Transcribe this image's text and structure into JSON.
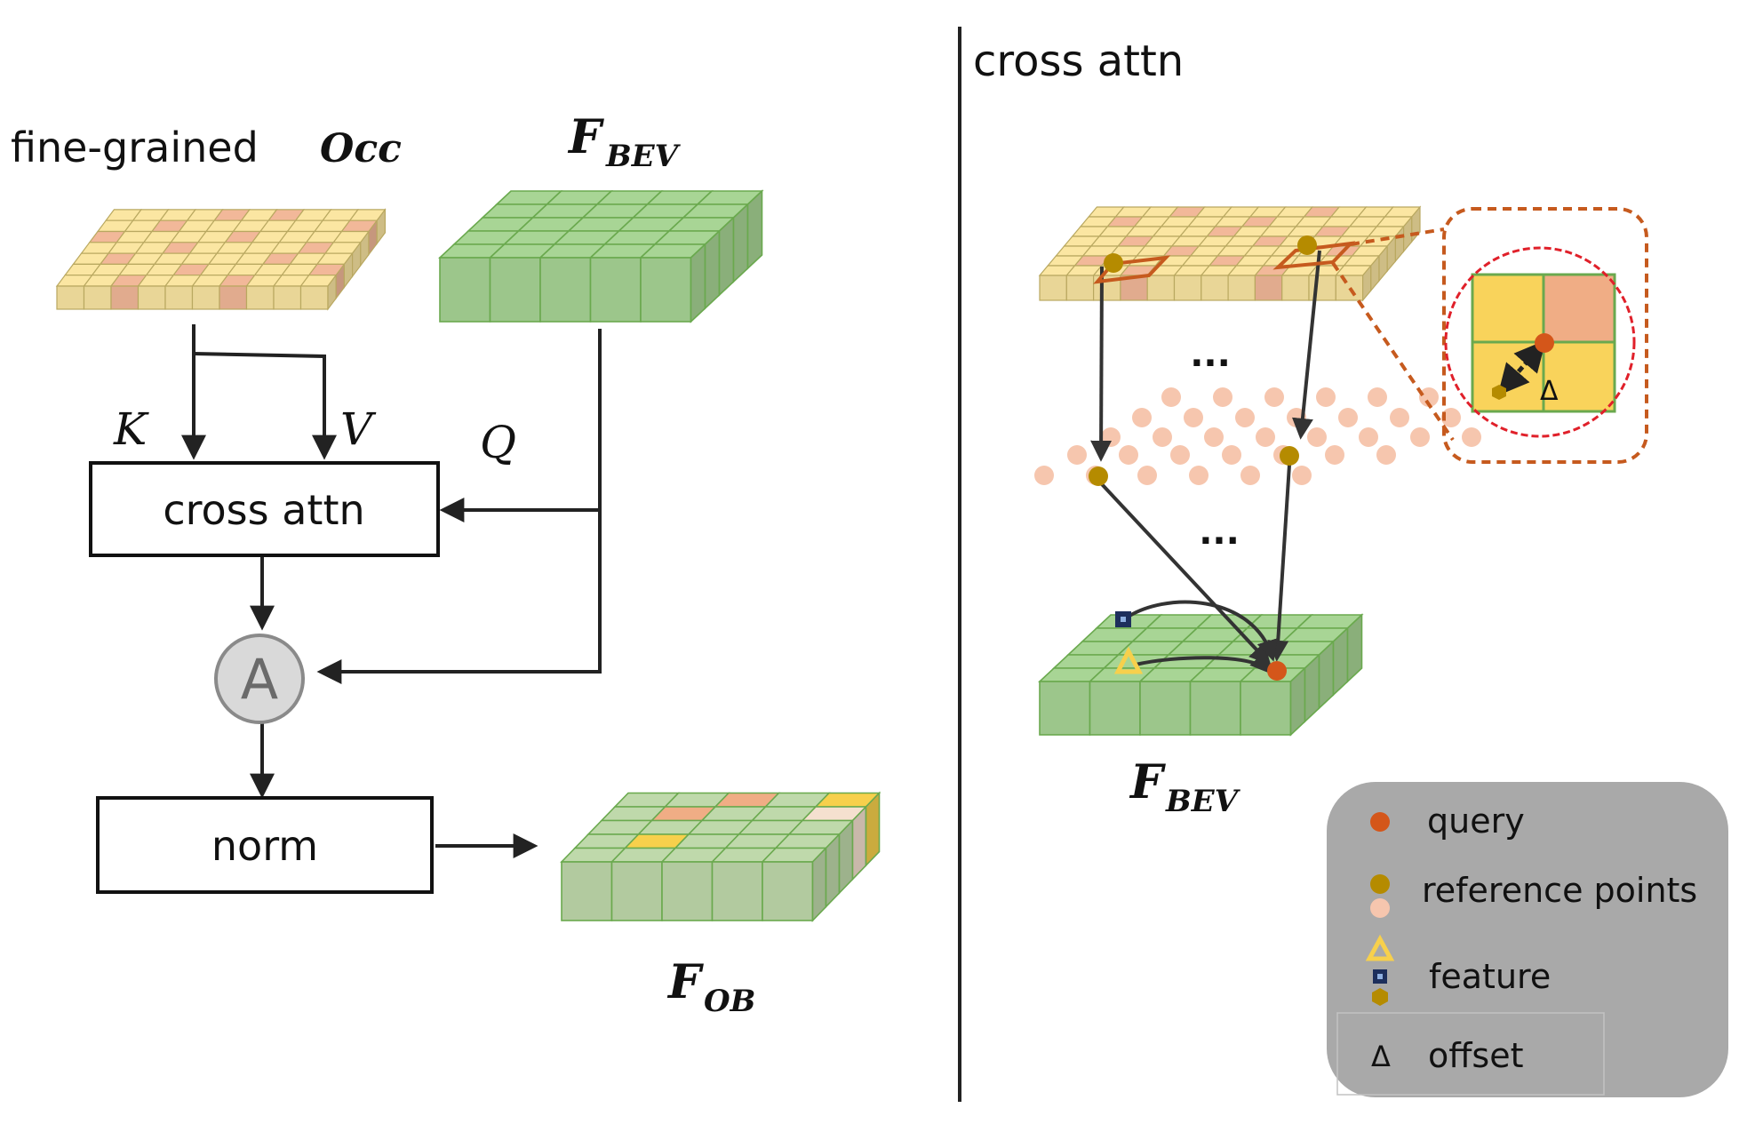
{
  "left": {
    "occ_label": "fine-grained",
    "occ_symbol": "Occ",
    "fbev_main": "F",
    "fbev_sub": "BEV",
    "key_label": "K",
    "value_label": "V",
    "query_label": "Q",
    "cross_attn_label": "cross attn",
    "add_symbol": "A",
    "norm_label": "norm",
    "fob_main": "F",
    "fob_sub": "OB"
  },
  "right": {
    "title": "cross attn",
    "ellipsis_top": "...",
    "ellipsis_bottom": "...",
    "fbev_main": "F",
    "fbev_sub": "BEV",
    "zoom_delta": "Δ"
  },
  "legend": {
    "query": "query",
    "reference_points": "reference points",
    "feature": "feature",
    "offset_symbol": "Δ",
    "offset": "offset"
  },
  "colors": {
    "occ_light": "#fbe6a2",
    "occ_pink": "#f2b899",
    "bev_green": "#a8d595",
    "bev_dark": "#6aa94e",
    "query_orange": "#d4561a",
    "ref_gold": "#b58b00",
    "ref_pink": "#f6c6ae",
    "feature_yellow": "#f7d04c",
    "feature_navy": "#1d2f5c",
    "legend_bg": "#a9a9a9",
    "dash_orange": "#c65a1e"
  }
}
